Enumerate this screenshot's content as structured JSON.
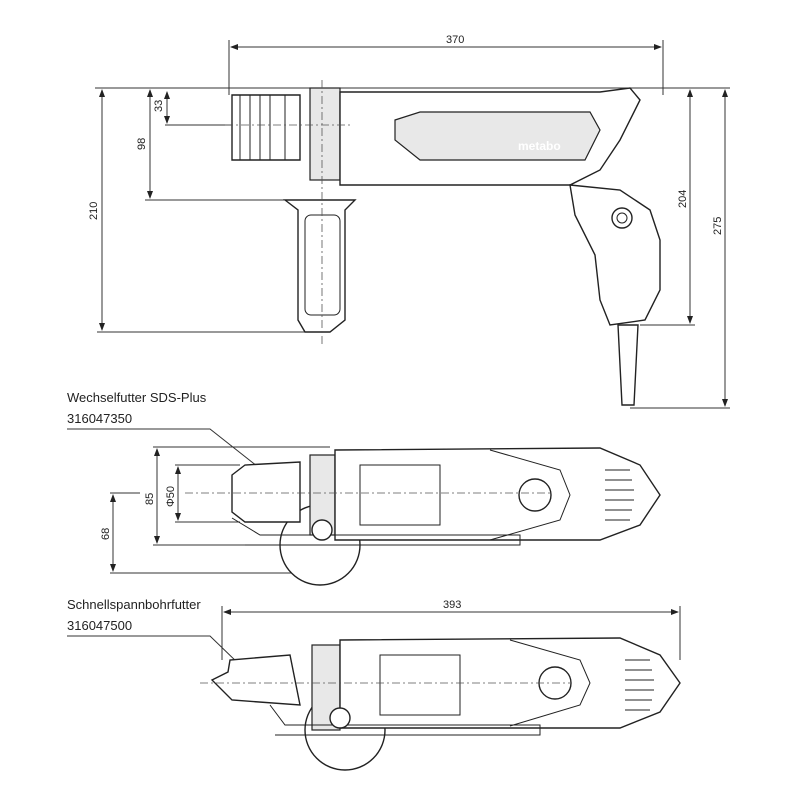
{
  "brand": "metabo",
  "side_view": {
    "dimensions": {
      "overall_length": "370",
      "chuck_offset": "33",
      "handle_offset": "98",
      "handle_height": "210",
      "grip_height": "204",
      "total_height": "275"
    }
  },
  "top_view_sds": {
    "label": "Wechselfutter SDS-Plus",
    "part_number": "316047350",
    "dimensions": {
      "collar": "85",
      "diameter": "Φ50",
      "axis_height": "68"
    }
  },
  "top_view_keyless": {
    "label": "Schnellspannbohrfutter",
    "part_number": "316047500",
    "dimensions": {
      "overall_length": "393"
    }
  }
}
